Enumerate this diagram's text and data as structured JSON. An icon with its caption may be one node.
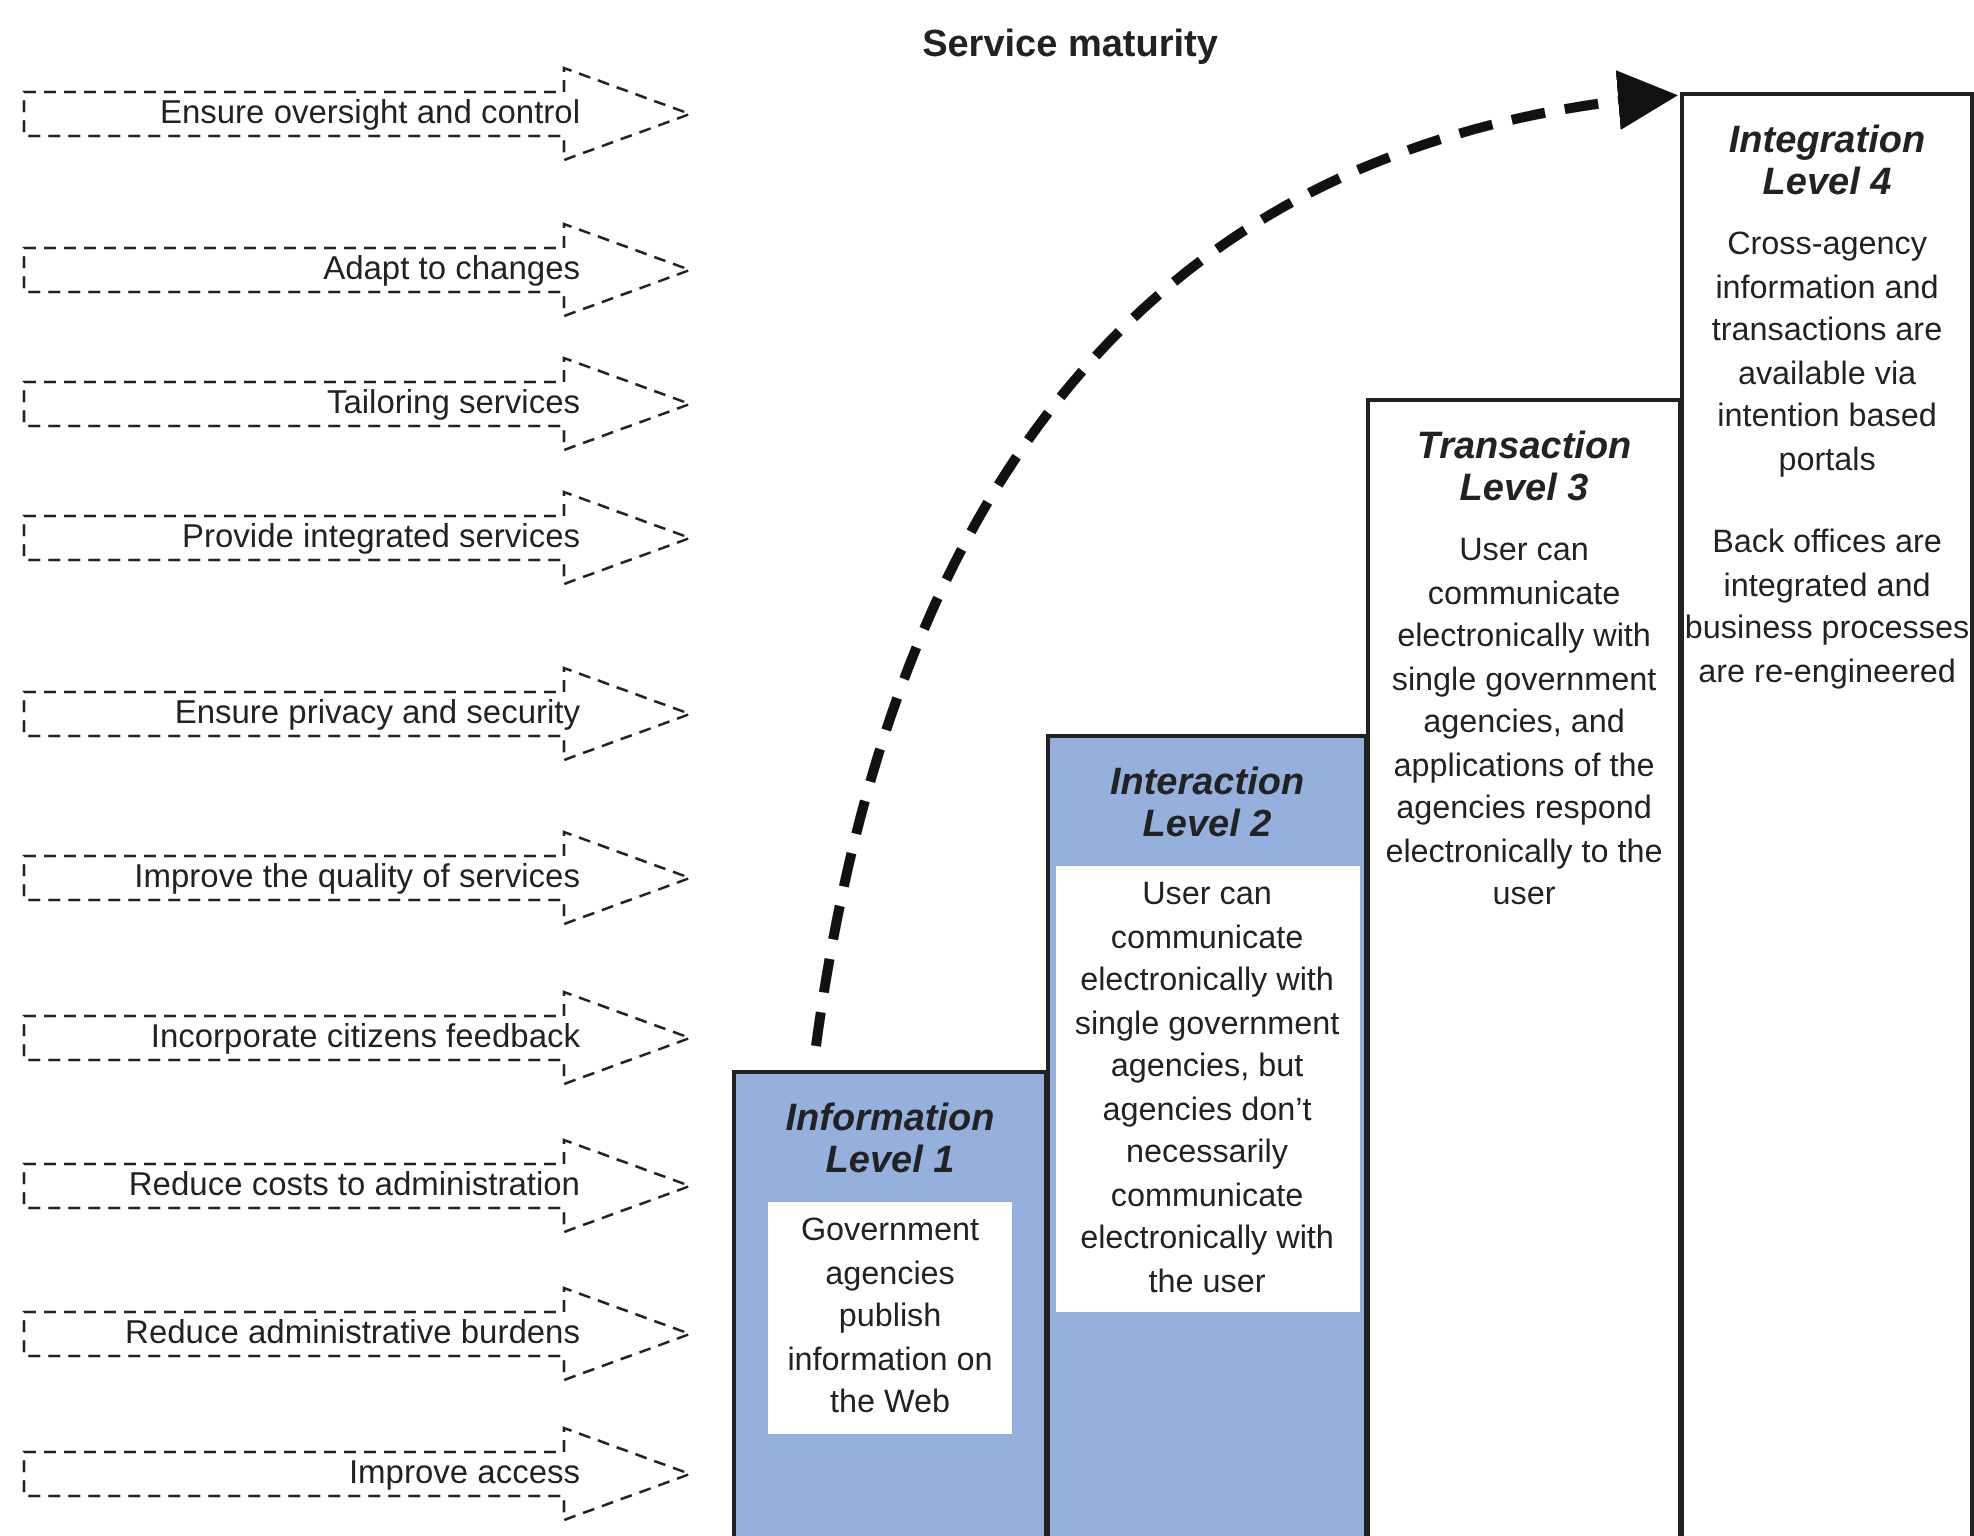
{
  "diagram": {
    "title": "Service maturity",
    "nodes": [
      {
        "text": [
          "Ensure oversight and control"
        ]
      },
      {
        "text": [
          "Adapt to changes"
        ]
      },
      {
        "text": [
          "Tailoring services"
        ]
      },
      {
        "text": [
          "Provide integrated services"
        ]
      },
      {
        "text": [
          "Ensure privacy and security"
        ]
      },
      {
        "text": [
          "Improve the quality of services"
        ]
      },
      {
        "text": [
          "Incorporate citizens feedback"
        ]
      },
      {
        "text": [
          "Reduce costs to administration"
        ]
      },
      {
        "text": [
          "Reduce administrative burdens"
        ]
      },
      {
        "text": [
          "Improve access"
        ]
      },
      {
        "text": [
          "Information Level 1",
          "Government agencies publish information on the Web"
        ]
      },
      {
        "text": [
          "Interaction Level 2",
          "User can communicate electronically with single government agencies, but agencies don’t necessarily communicate electronically with the user"
        ]
      },
      {
        "text": [
          "Transaction Level 3",
          "User can communicate electronically with single government agencies, and applications of the agencies respond electronically to the user"
        ]
      },
      {
        "text": [
          "Integration Level 4",
          "Cross-agency information and transactions are available via intention based portals",
          "Back offices are integrated and business processes are re-engineered"
        ]
      }
    ],
    "edges": [
      {
        "from": 10,
        "to": 13,
        "arrow": "to",
        "style": "dashed"
      }
    ]
  }
}
